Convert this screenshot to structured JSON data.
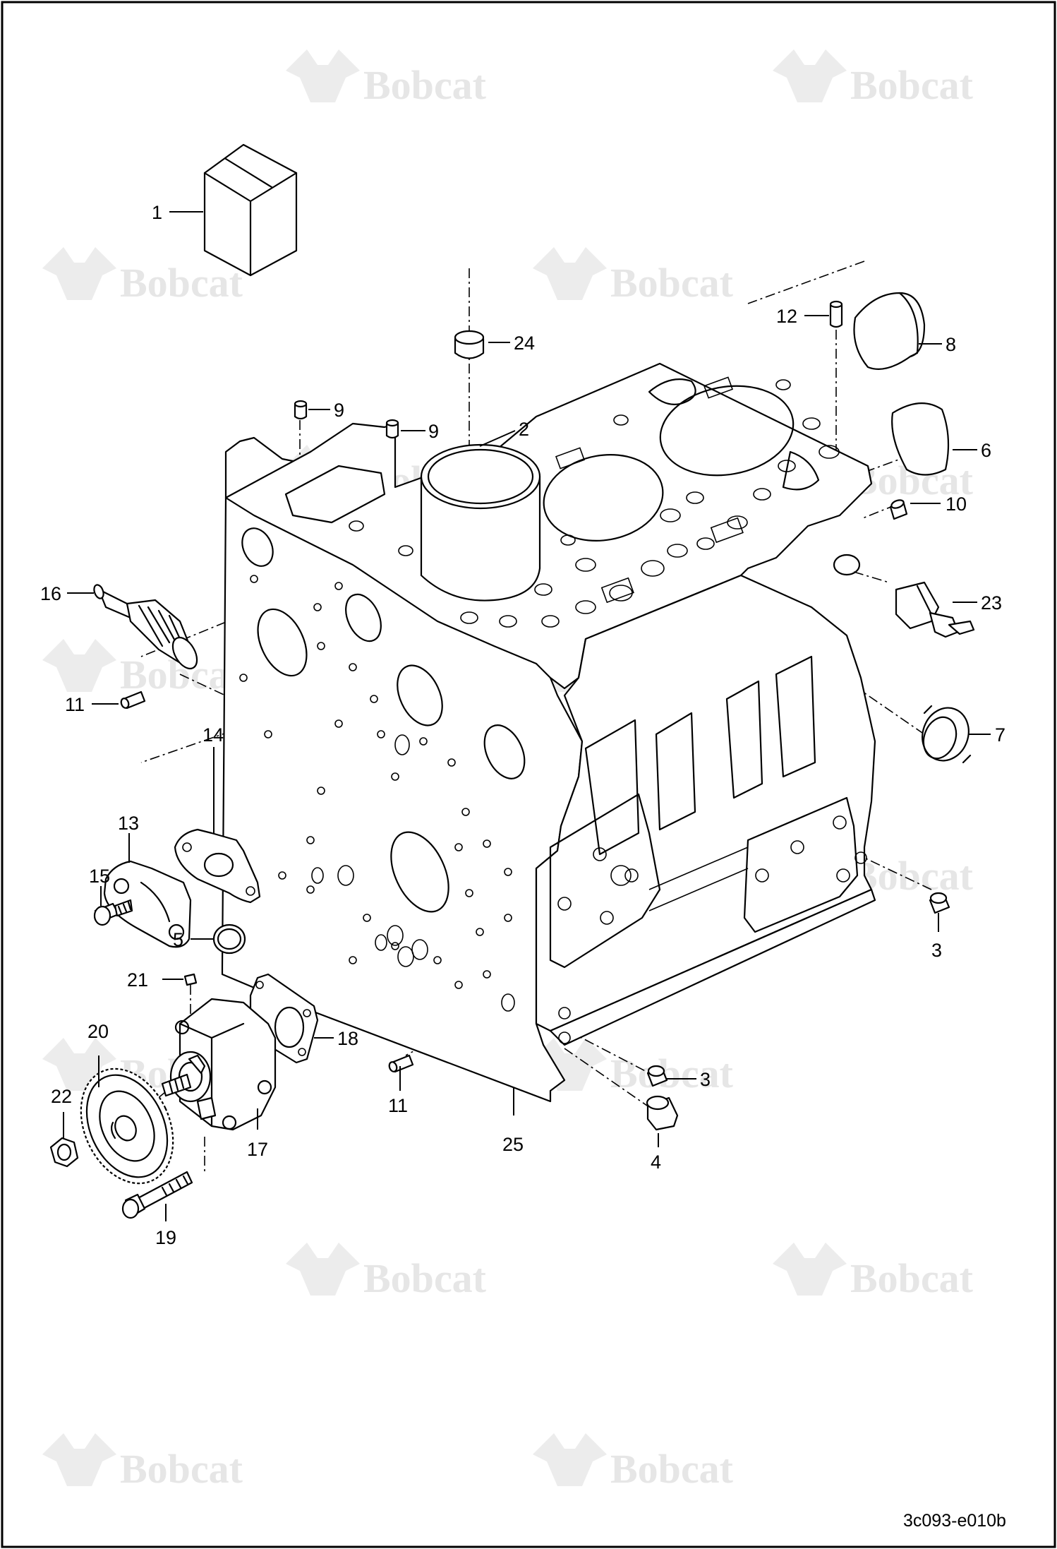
{
  "diagram": {
    "reference_code": "3c093-e010b",
    "watermark": "Bobcat",
    "callouts": [
      "1",
      "2",
      "3",
      "3",
      "4",
      "5",
      "6",
      "7",
      "8",
      "9",
      "9",
      "10",
      "11",
      "11",
      "12",
      "13",
      "14",
      "15",
      "16",
      "17",
      "18",
      "19",
      "20",
      "21",
      "22",
      "23",
      "24",
      "25"
    ]
  }
}
